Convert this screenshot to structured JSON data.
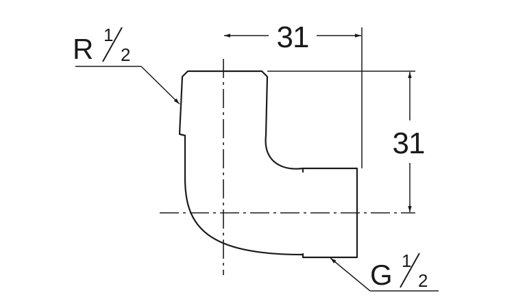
{
  "dimensions": {
    "horizontal": "31",
    "vertical": "31"
  },
  "threads": {
    "male": {
      "letter": "R",
      "numerator": "1",
      "denominator": "2"
    },
    "female": {
      "letter": "G",
      "numerator": "1",
      "denominator": "2"
    }
  },
  "colors": {
    "stroke": "#1a1a1a",
    "background": "#ffffff"
  }
}
